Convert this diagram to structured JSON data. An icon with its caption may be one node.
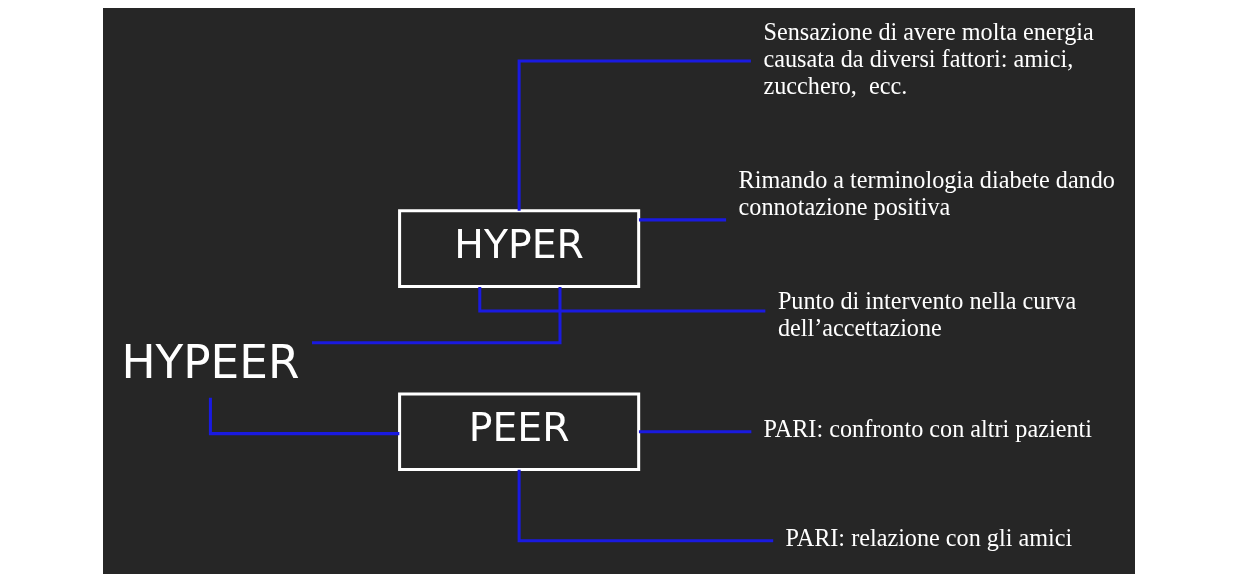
{
  "diagram": {
    "nodes": [
      {
        "text": [
          "HYPEER"
        ]
      },
      {
        "text": [
          "HYPER"
        ]
      },
      {
        "text": [
          "PEER"
        ]
      },
      {
        "text": [
          "Sensazione di avere molta energia causata da diversi fattori: amici, zucchero,  ecc."
        ]
      },
      {
        "text": [
          "Rimando a terminologia diabete dando connotazione positiva"
        ]
      },
      {
        "text": [
          "Punto di intervento nella curva dell’accettazione"
        ]
      },
      {
        "text": [
          "PARI: confronto con altri pazienti"
        ]
      },
      {
        "text": [
          "PARI: relazione con gli amici"
        ]
      }
    ],
    "edges": [
      {
        "from": 0,
        "to": 1,
        "arrow": "none",
        "color": "#1a1ae0"
      },
      {
        "from": 0,
        "to": 2,
        "arrow": "none",
        "color": "#1a1ae0"
      },
      {
        "from": 1,
        "to": 3,
        "arrow": "none",
        "color": "#1a1ae0"
      },
      {
        "from": 1,
        "to": 4,
        "arrow": "none",
        "color": "#1a1ae0"
      },
      {
        "from": 1,
        "to": 5,
        "arrow": "none",
        "color": "#1a1ae0"
      },
      {
        "from": 2,
        "to": 6,
        "arrow": "none",
        "color": "#1a1ae0"
      },
      {
        "from": 2,
        "to": 7,
        "arrow": "none",
        "color": "#1a1ae0"
      }
    ]
  }
}
